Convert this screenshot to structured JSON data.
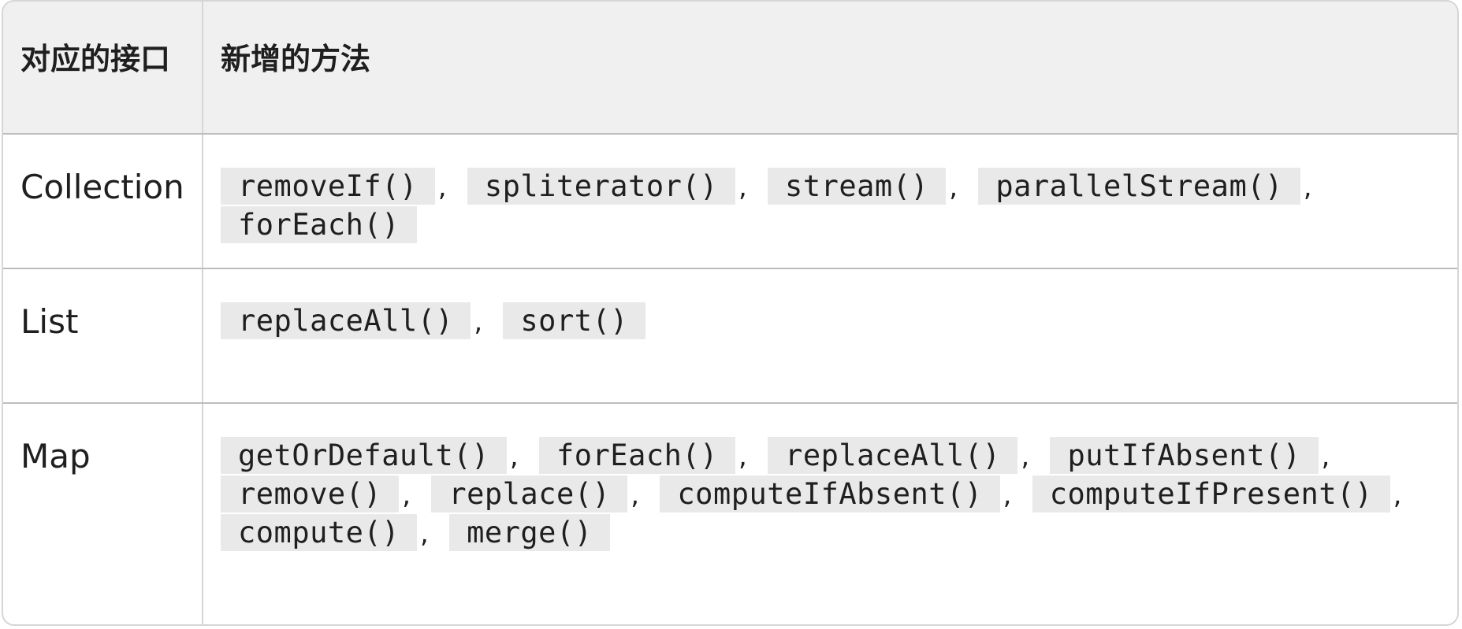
{
  "header": {
    "col1": "对应的接口",
    "col2": "新增的方法"
  },
  "rows": [
    {
      "interface": "Collection",
      "methods": [
        "removeIf()",
        "spliterator()",
        "stream()",
        "parallelStream()",
        "forEach()"
      ]
    },
    {
      "interface": "List",
      "methods": [
        "replaceAll()",
        "sort()"
      ]
    },
    {
      "interface": "Map",
      "methods": [
        "getOrDefault()",
        "forEach()",
        "replaceAll()",
        "putIfAbsent()",
        "remove()",
        "replace()",
        "computeIfAbsent()",
        "computeIfPresent()",
        "compute()",
        "merge()"
      ]
    }
  ],
  "separator": ","
}
